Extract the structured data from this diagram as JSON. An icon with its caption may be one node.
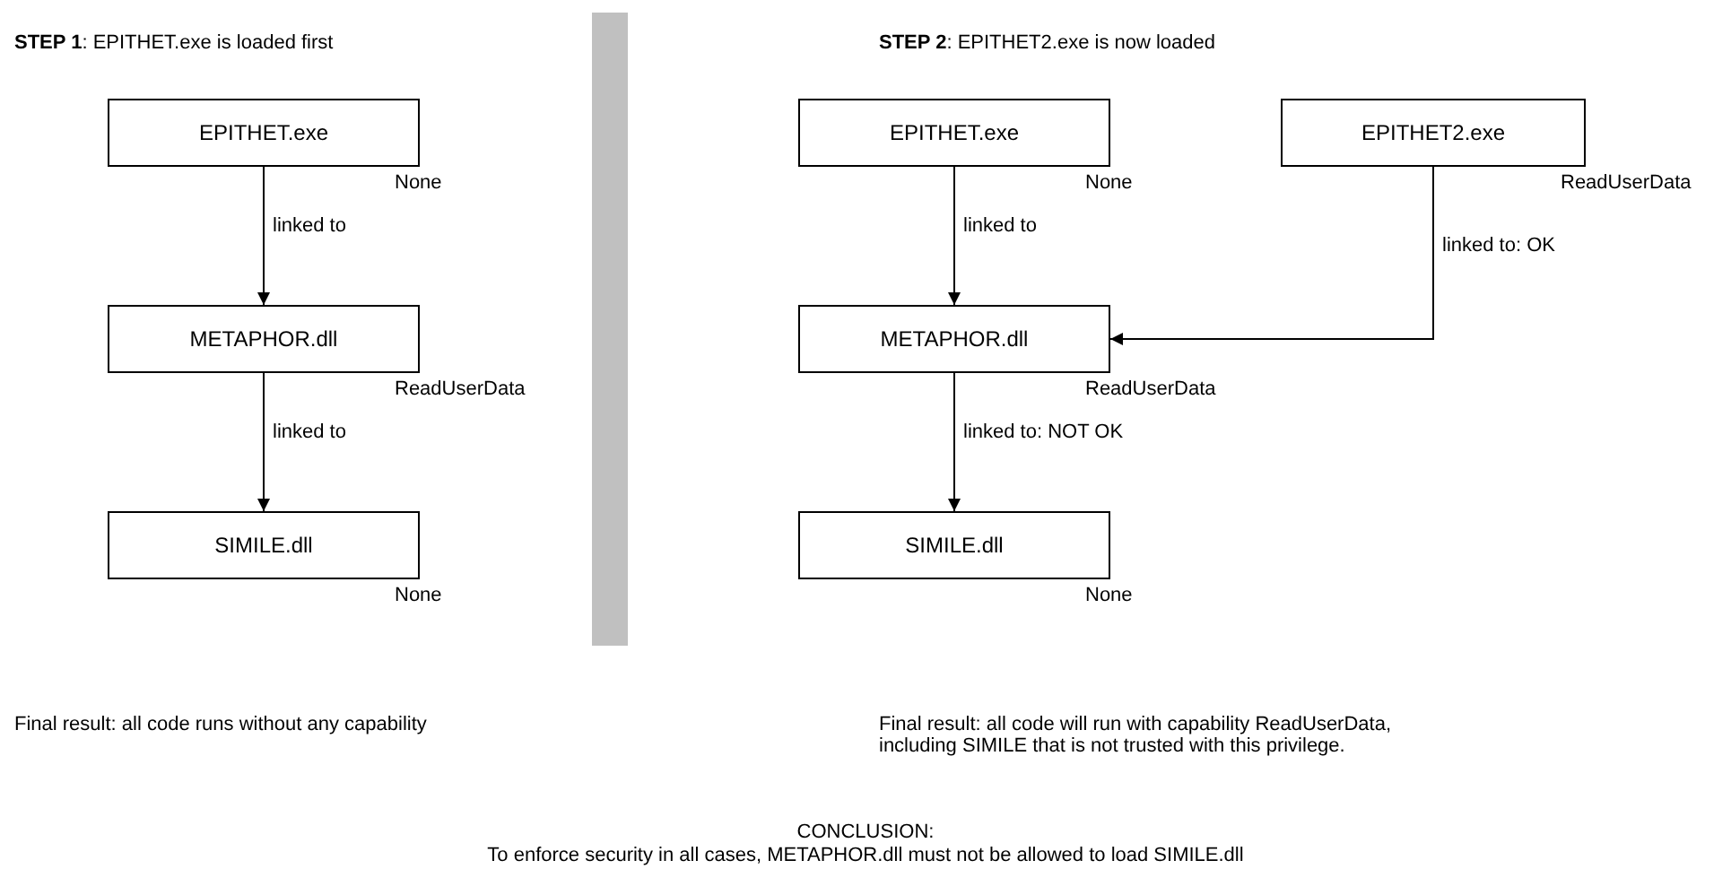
{
  "diagram": {
    "nodes": [
      {
        "text": [
          "EPITHET.exe"
        ],
        "beside": [
          "None"
        ]
      },
      {
        "text": [
          "METAPHOR.dll"
        ],
        "beside": [
          "ReadUserData"
        ]
      },
      {
        "text": [
          "SIMILE.dll"
        ],
        "beside": [
          "None"
        ]
      },
      {
        "text": [
          "EPITHET.exe"
        ],
        "beside": [
          "None"
        ]
      },
      {
        "text": [
          "EPITHET2.exe"
        ],
        "beside": [
          "ReadUserData"
        ]
      },
      {
        "text": [
          "METAPHOR.dll"
        ],
        "beside": [
          "ReadUserData"
        ]
      },
      {
        "text": [
          "SIMILE.dll"
        ],
        "beside": [
          "None"
        ]
      }
    ],
    "edges": [
      {
        "from": 0,
        "to": 1,
        "arrow": "to",
        "label": "linked to"
      },
      {
        "from": 1,
        "to": 2,
        "arrow": "to",
        "label": "linked to"
      },
      {
        "from": 3,
        "to": 5,
        "arrow": "to",
        "label": "linked to"
      },
      {
        "from": 4,
        "to": 5,
        "arrow": "to",
        "label": "linked to: OK"
      },
      {
        "from": 5,
        "to": 6,
        "arrow": "to",
        "label": "linked to: NOT OK"
      }
    ],
    "labels": [
      "**STEP 1**: EPITHET.exe is loaded first",
      "**STEP 2**: EPITHET2.exe is now loaded",
      "Final result: all code runs without any capability",
      "Final result: all code will run with capability ReadUserData, including SIMILE that is not trusted with this privilege.",
      "CONCLUSION:",
      "To enforce security in all cases, METAPHOR.dll must not be allowed to load SIMILE.dll"
    ]
  }
}
